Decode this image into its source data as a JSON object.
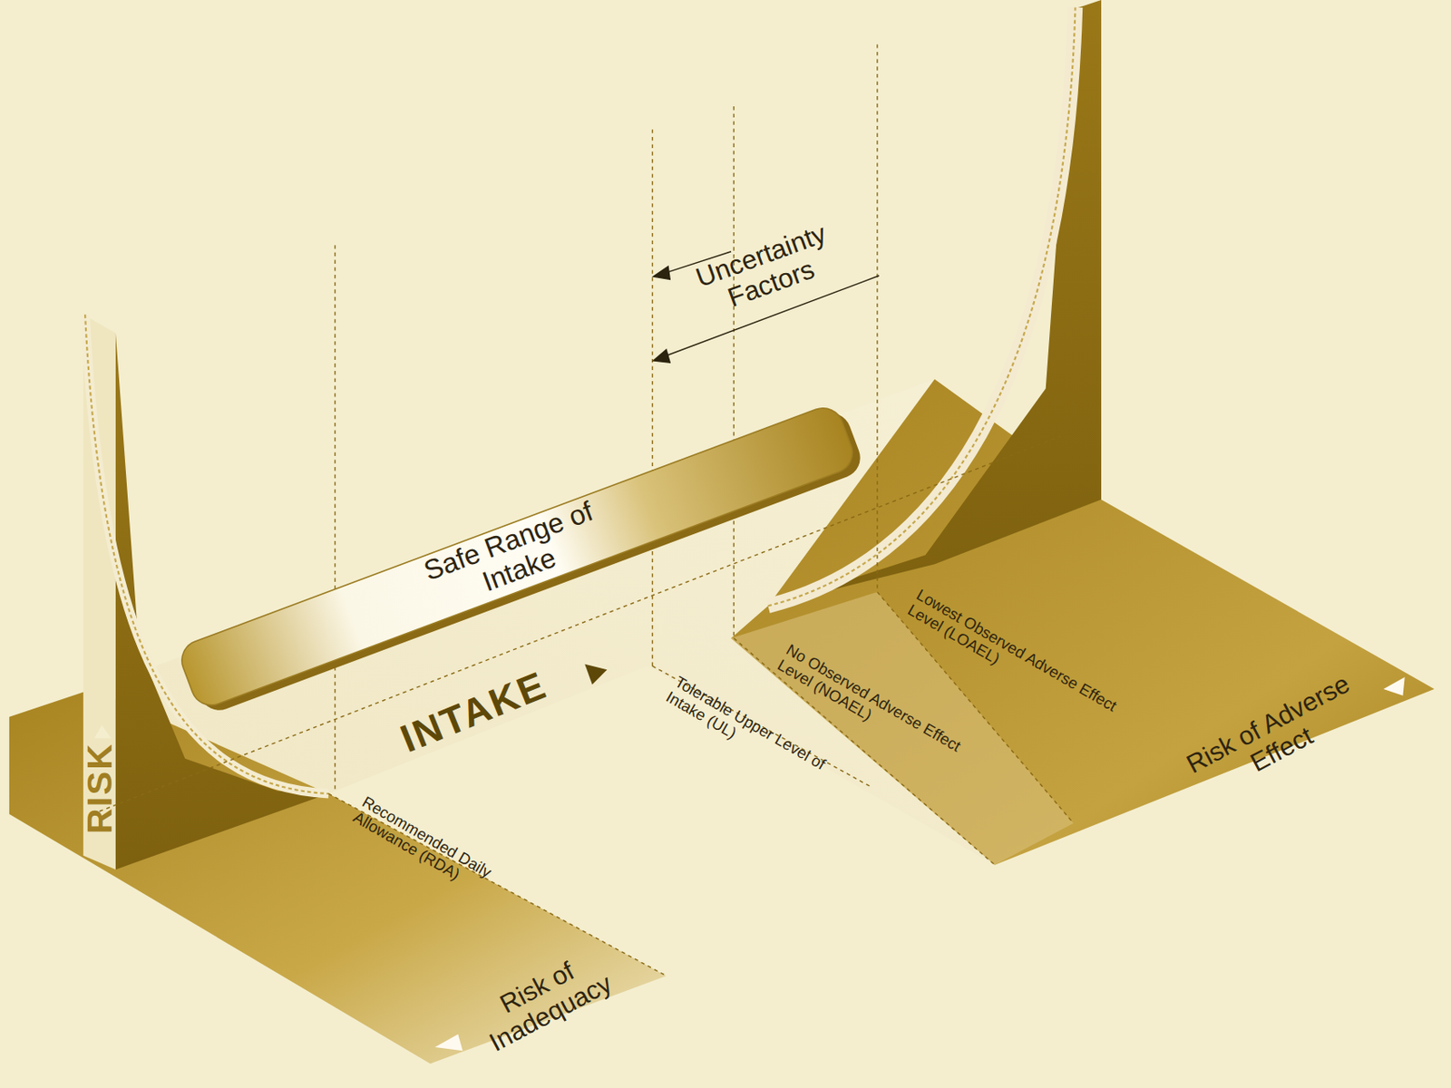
{
  "diagram": {
    "nodes": [
      {
        "text": [
          "Safe Range of Intake"
        ]
      }
    ],
    "labels": [
      "Uncertainty Factors",
      "RISK",
      "INTAKE",
      "Recommended Daily Allowance (RDA)",
      "Tolerable Upper Level of Intake (UL)",
      "No Observed Adverse Effect Level (NOAEL)",
      "Lowest Observed Adverse Effect Level (LOAEL)",
      "Risk of Inadequacy",
      "Risk of Adverse Effect"
    ]
  }
}
